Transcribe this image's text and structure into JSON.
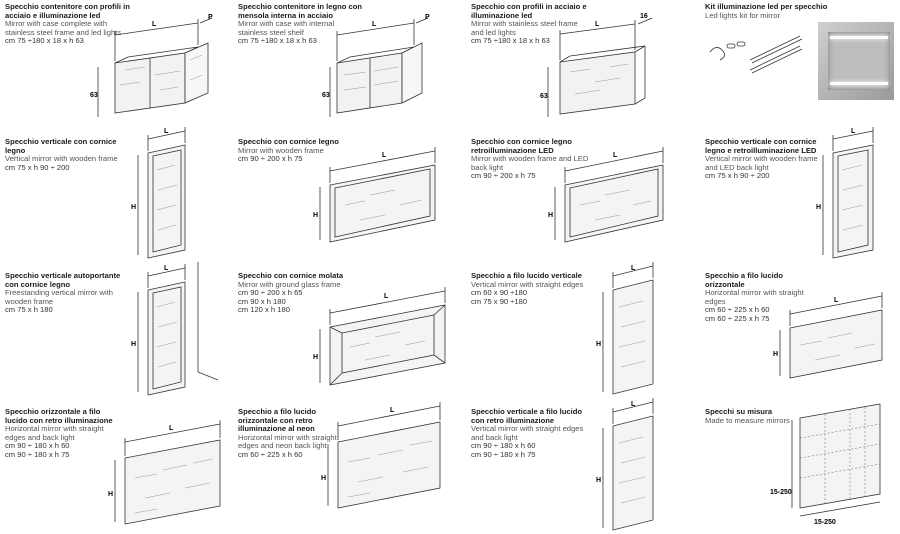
{
  "items": [
    {
      "it": "Specchio contenitore con profili in acciaio e illuminazione led",
      "en": "Mirror with case complete with stainless steel frame and led lights",
      "sizes": [
        "cm 75 ÷180 x 18 x h 63"
      ],
      "dims": {
        "w": "L",
        "d": "P",
        "h": "63"
      }
    },
    {
      "it": "Specchio contenitore in legno con mensola interna in acciaio",
      "en": "Mirror with case with internal stainless steel shelf",
      "sizes": [
        "cm 75 ÷180 x 18 x h 63"
      ],
      "dims": {
        "w": "L",
        "d": "P",
        "h": "63"
      }
    },
    {
      "it": "Specchio con profili in acciaio e illuminazione led",
      "en": "Mirror with stainless steel frame and led lights",
      "sizes": [
        "cm 75 ÷180 x 18 x h 63"
      ],
      "dims": {
        "w": "L",
        "d": "16",
        "h": "63"
      }
    },
    {
      "it": "Kit illuminazione led per specchio",
      "en": "Led lights kit for mirror",
      "sizes": []
    },
    {
      "it": "Specchio verticale con cornice legno",
      "en": "Vertical mirror with wooden frame",
      "sizes": [
        "cm 75 x h 90 ÷ 200"
      ],
      "dims": {
        "w": "L",
        "h": "H"
      }
    },
    {
      "it": "Specchio con cornice legno",
      "en": "Mirror with wooden frame",
      "sizes": [
        "cm 90 ÷ 200 x h 75"
      ],
      "dims": {
        "w": "L",
        "h": "H"
      }
    },
    {
      "it": "Specchio con cornice legno retroilluminazione LED",
      "en": "Mirror with wooden frame and LED back light",
      "sizes": [
        "cm 90 ÷ 200 x h 75"
      ],
      "dims": {
        "w": "L",
        "h": "H"
      }
    },
    {
      "it": "Specchio verticale con cornice legno e retroilluminazione LED",
      "en": "Vertical mirror with wooden frame and LED back light",
      "sizes": [
        "cm 75 x h 90 ÷ 200"
      ],
      "dims": {
        "w": "L",
        "h": "H"
      }
    },
    {
      "it": "Specchio verticale autoportante con cornice legno",
      "en": "Freestanding vertical mirror with wooden frame",
      "sizes": [
        "cm 75 x h 180"
      ],
      "dims": {
        "w": "L",
        "h": "H"
      }
    },
    {
      "it": "Specchio con cornice molata",
      "en": "Mirror with ground glass frame",
      "sizes": [
        "cm  90 ÷ 200 x h 65",
        "cm  90 x h 180",
        "cm 120 x h 180"
      ],
      "dims": {
        "w": "L",
        "h": "H"
      }
    },
    {
      "it": "Specchio a filo lucido verticale",
      "en": "Vertical mirror with straight edges",
      "sizes": [
        "cm 60 x 90 ÷180",
        "cm 75 x 90 ÷180"
      ],
      "dims": {
        "w": "L",
        "h": "H"
      }
    },
    {
      "it": "Specchio a filo lucido orizzontale",
      "en": "Horizontal mirror with straight edges",
      "sizes": [
        "cm 60 ÷ 225 x h 60",
        "cm 60 ÷ 225 x h 75"
      ],
      "dims": {
        "w": "L",
        "h": "H"
      }
    },
    {
      "it": "Specchio orizzontale a filo lucido con retro illuminazione",
      "en": "Horizontal mirror with straight edges and back light",
      "sizes": [
        "cm 90 ÷ 180 x h 60",
        "cm 90 ÷ 180 x h 75"
      ],
      "dims": {
        "w": "L",
        "h": "H"
      }
    },
    {
      "it": "Specchio a filo lucido orizzontale con retro illuminazione al neon",
      "en": "Horizontal mirror with straight edges and neon back light",
      "sizes": [
        "cm 60 ÷ 225 x h 60"
      ],
      "dims": {
        "w": "L",
        "h": "H"
      }
    },
    {
      "it": "Specchio verticale a filo lucido con retro illuminazione",
      "en": "Vertical mirror with straight edges and back light",
      "sizes": [
        "cm 90 ÷ 180 x h 60",
        "cm 90 ÷ 180 x h 75"
      ],
      "dims": {
        "w": "L",
        "h": "H"
      }
    },
    {
      "it": "Specchi su misura",
      "en": "Made to measure mirrors",
      "sizes": [],
      "dims": {
        "w": "15-250",
        "h": "15-250"
      }
    }
  ]
}
